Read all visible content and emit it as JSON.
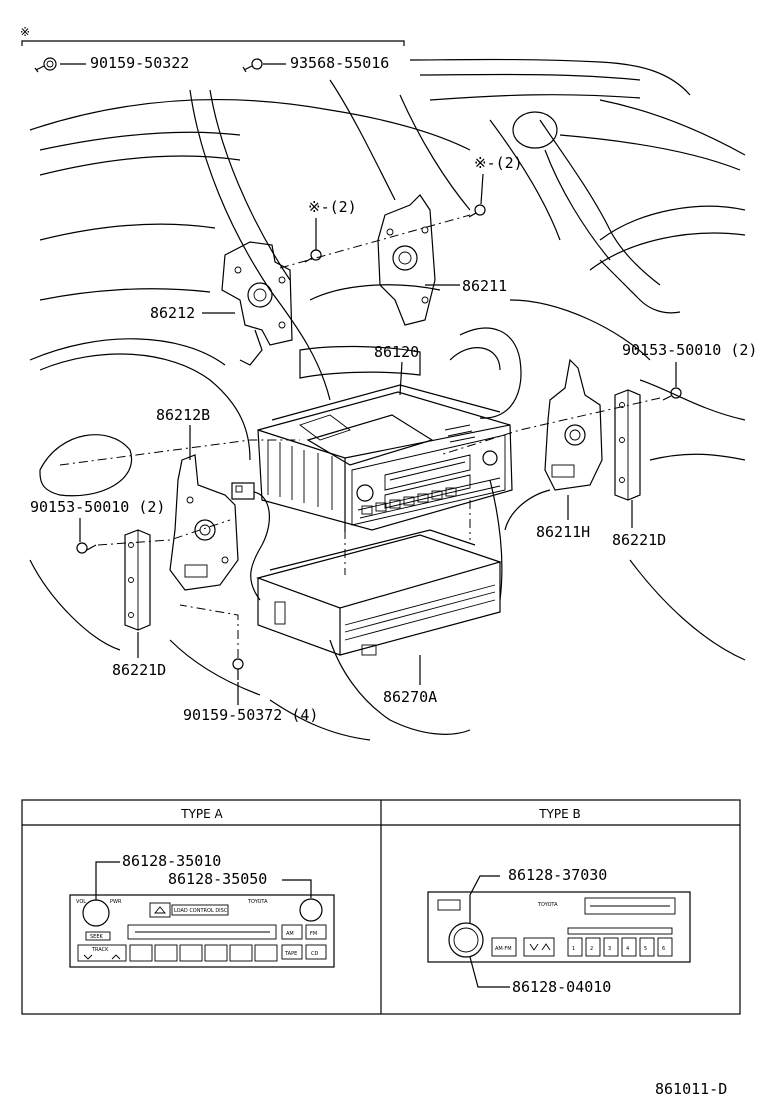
{
  "note_mark": "※",
  "fasteners": {
    "a": "90159-50322",
    "b": "93568-55016"
  },
  "callouts": {
    "mark_2_left": "※-(2)",
    "mark_2_right": "※-(2)",
    "p86212": "86212",
    "p86211": "86211",
    "p86120": "86120",
    "p86212B": "86212B",
    "p90153_right": "90153-50010 (2)",
    "p90153_left": "90153-50010 (2)",
    "p86211H": "86211H",
    "p86221D_right": "86221D",
    "p86221D_left": "86221D",
    "p86270A": "86270A",
    "p90159_bottom": "90159-50372 (4)"
  },
  "types": {
    "a_title": "TYPE A",
    "b_title": "TYPE B",
    "a_part1": "86128-35010",
    "a_part2": "86128-35050",
    "b_part1": "86128-37030",
    "b_part2": "86128-04010"
  },
  "radio_a": {
    "brand": "TOYOTA",
    "vol": "VOL",
    "pwr": "PWR",
    "seek": "SEEK",
    "am": "AM",
    "fm": "FM",
    "track": "TRACK",
    "tape": "TAPE",
    "cd": "CD",
    "display": "LOAD  CONTROL  DISC"
  },
  "radio_b": {
    "brand": "TOYOTA",
    "amfm": "AM·FM",
    "presets": [
      "1",
      "2",
      "3",
      "4",
      "5",
      "6"
    ]
  },
  "footer_code": "861011-D"
}
